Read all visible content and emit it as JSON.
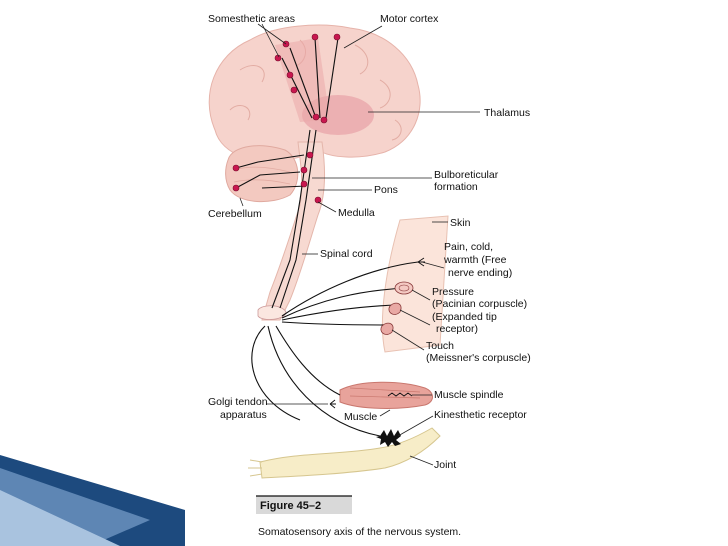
{
  "labels": {
    "somesthetic_areas": "Somesthetic areas",
    "motor_cortex": "Motor cortex",
    "thalamus": "Thalamus",
    "bulboreticular_line1": "Bulboreticular",
    "bulboreticular_line2": "formation",
    "pons": "Pons",
    "cerebellum": "Cerebellum",
    "medulla": "Medulla",
    "skin": "Skin",
    "pain_line1": "Pain, cold,",
    "pain_line2": "warmth (Free",
    "pain_line3": "nerve ending)",
    "spinal_cord": "Spinal cord",
    "pressure_line1": "Pressure",
    "pressure_line2": "(Pacinian corpuscle)",
    "pressure_line3": "(Expanded tip",
    "pressure_line4": "receptor)",
    "touch_line1": "Touch",
    "touch_line2": "(Meissner's corpuscle)",
    "muscle_spindle": "Muscle spindle",
    "golgi_line1": "Golgi tendon",
    "golgi_line2": "apparatus",
    "muscle": "Muscle",
    "kinesthetic_receptor": "Kinesthetic receptor",
    "joint": "Joint"
  },
  "caption": {
    "title": "Figure 45–2",
    "text": "Somatosensory axis of the nervous system."
  },
  "colors": {
    "brain_fill": "#f6d3cc",
    "thalamus_fill": "#eaa8ab",
    "cord_fill": "#f7d9d1",
    "skin_fill": "#fbe4da",
    "muscle_fill": "#e8a39b",
    "bone_fill": "#f7edc8",
    "node": "#c8174f",
    "caption_bar": "#d9d9d9",
    "slide_accent_blue": "#2f5f96"
  }
}
